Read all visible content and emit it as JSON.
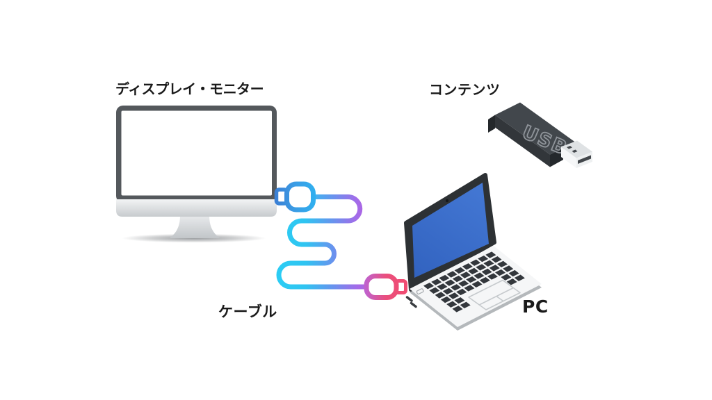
{
  "slide": {
    "background": "#ffffff"
  },
  "labels": {
    "display_monitor": "ディスプレイ・モニター",
    "content": "コンテンツ",
    "cable": "ケーブル",
    "pc": "PC"
  },
  "usb_stick": {
    "text": "USB"
  },
  "colors": {
    "label_text": "#1a1a1a",
    "monitor_bezel": "#54585c",
    "monitor_chin": "#d7dadd",
    "cable_cyan": "#2bcbf2",
    "cable_purple": "#a66be9",
    "cable_pink": "#ee4d78",
    "connector_blue": "#3b9be4",
    "laptop_screen_blue": "#3a70c9",
    "laptop_body_dark": "#2d3134",
    "laptop_base": "#f5f6f7",
    "usb_body_dark": "#42474c",
    "usb_connector_silver": "#e9ebed"
  }
}
